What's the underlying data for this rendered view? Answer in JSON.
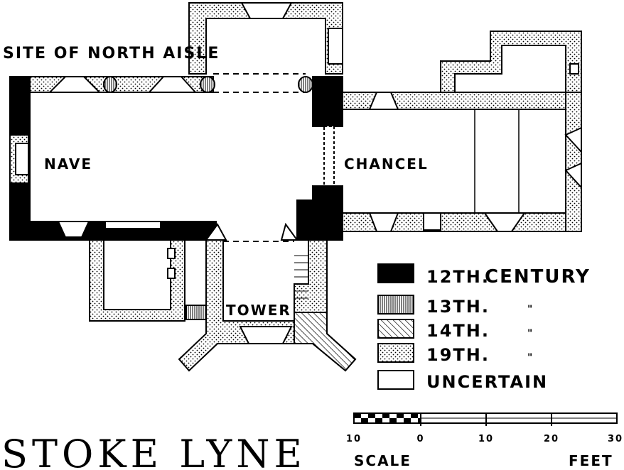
{
  "title": "STOKE LYNE",
  "labels": {
    "north_aisle": "SITE OF NORTH AISLE",
    "nave": "NAVE",
    "chancel": "CHANCEL",
    "tower": "TOWER"
  },
  "legend": [
    {
      "period": "12TH.",
      "suffix": "CENTURY",
      "pattern": "solid"
    },
    {
      "period": "13TH.",
      "suffix": "\"",
      "pattern": "vertical-hatch"
    },
    {
      "period": "14TH.",
      "suffix": "\"",
      "pattern": "diagonal-hatch"
    },
    {
      "period": "19TH.",
      "suffix": "\"",
      "pattern": "stipple"
    },
    {
      "period": "UNCERTAIN",
      "suffix": "",
      "pattern": "blank"
    }
  ],
  "scale": {
    "label": "SCALE",
    "unit": "FEET",
    "ticks": [
      "10",
      "0",
      "10",
      "20",
      "30"
    ]
  },
  "colors": {
    "ink": "#000000",
    "paper": "#ffffff"
  }
}
